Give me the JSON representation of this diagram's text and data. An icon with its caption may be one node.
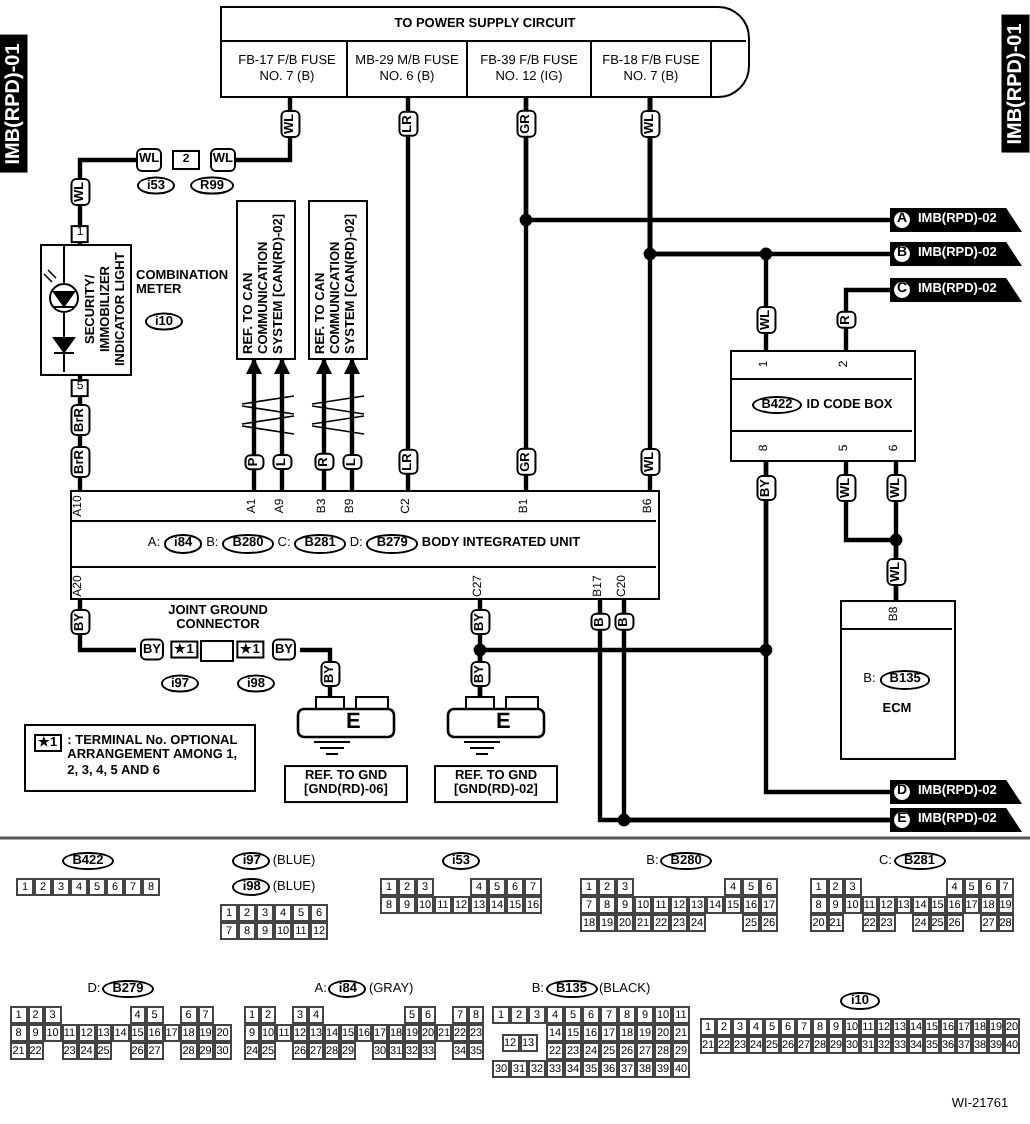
{
  "diagram": {
    "nodes": [
      {
        "text": [
          "TO POWER SUPPLY CIRCUIT"
        ]
      },
      {
        "text": [
          "FB-17 F/B FUSE NO. 7 (B)"
        ],
        "in": 0
      },
      {
        "text": [
          "MB-29 M/B FUSE NO. 6 (B)"
        ],
        "in": 0
      },
      {
        "text": [
          "FB-39 F/B FUSE NO. 12 (IG)"
        ],
        "in": 0
      },
      {
        "text": [
          "FB-18 F/B FUSE NO. 7 (B)"
        ],
        "in": 0
      },
      {
        "text": [
          "WL",
          "2",
          "WL"
        ],
        "beside": [
          "i53",
          "R99"
        ]
      },
      {
        "text": [
          "SECURITY/ IMMOBILIZER INDICATOR LIGHT"
        ],
        "beside": [
          "COMBINATION METER",
          "i10"
        ]
      },
      {
        "text": [
          "REF. TO CAN COMMUNICATION SYSTEM [CAN(RD)-02]"
        ]
      },
      {
        "text": [
          "REF. TO CAN COMMUNICATION SYSTEM [CAN(RD)-02]"
        ]
      },
      {
        "text": [
          "A",
          "IMB(RPD)-02"
        ]
      },
      {
        "text": [
          "B",
          "IMB(RPD)-02"
        ]
      },
      {
        "text": [
          "C",
          "IMB(RPD)-02"
        ]
      },
      {
        "text": [
          "B422",
          "ID CODE BOX"
        ]
      },
      {
        "text": [
          "A:",
          "i84",
          "B:",
          "B280",
          "C:",
          "B281",
          "D:",
          "B279",
          "BODY INTEGRATED UNIT"
        ]
      },
      {
        "text": [
          "JOINT GROUND CONNECTOR",
          "BY",
          "★1",
          "★1",
          "BY"
        ],
        "beside": [
          "i97",
          "i98"
        ]
      },
      {
        "text": [
          "B:",
          "B135",
          "ECM"
        ]
      },
      {
        "text": [
          "E"
        ],
        "beside": [
          "REF. TO GND [GND(RD)-06]"
        ]
      },
      {
        "text": [
          "E"
        ],
        "beside": [
          "REF. TO GND [GND(RD)-02]"
        ]
      },
      {
        "text": [
          "D",
          "IMB(RPD)-02"
        ]
      },
      {
        "text": [
          "E",
          "IMB(RPD)-02"
        ]
      },
      {
        "text": [
          "★1",
          ": TERMINAL No. OPTIONAL ARRANGEMENT AMONG 1, 2, 3, 4, 5 AND 6"
        ]
      },
      {
        "text": [
          "B422",
          "1",
          "2",
          "3",
          "4",
          "5",
          "6",
          "7",
          "8"
        ]
      },
      {
        "text": [
          "i97",
          "(BLUE)",
          "i98",
          "(BLUE)",
          "1",
          "2",
          "3",
          "4",
          "5",
          "6",
          "7",
          "8",
          "9",
          "10",
          "11",
          "12"
        ]
      },
      {
        "text": [
          "i53",
          "1",
          "2",
          "3",
          "4",
          "5",
          "6",
          "7",
          "8",
          "9",
          "10",
          "11",
          "12",
          "13",
          "14",
          "15",
          "16"
        ]
      },
      {
        "text": [
          "B:",
          "B280",
          "1",
          "2",
          "3",
          "4",
          "5",
          "6",
          "7",
          "8",
          "9",
          "10",
          "11",
          "12",
          "13",
          "14",
          "15",
          "16",
          "17",
          "18",
          "19",
          "20",
          "21",
          "22",
          "23",
          "24",
          "25",
          "26"
        ]
      },
      {
        "text": [
          "C:",
          "B281",
          "1",
          "2",
          "3",
          "4",
          "5",
          "6",
          "7",
          "8",
          "9",
          "10",
          "11",
          "12",
          "13",
          "14",
          "15",
          "16",
          "17",
          "18",
          "19",
          "20",
          "21",
          "22",
          "23",
          "24",
          "25",
          "26",
          "27",
          "28"
        ]
      },
      {
        "text": [
          "D:",
          "B279",
          "1",
          "2",
          "3",
          "4",
          "5",
          "6",
          "7",
          "8",
          "9",
          "10",
          "11",
          "12",
          "13",
          "14",
          "15",
          "16",
          "17",
          "18",
          "19",
          "20",
          "21",
          "22",
          "23",
          "24",
          "25",
          "26",
          "27",
          "28",
          "29",
          "30"
        ]
      },
      {
        "text": [
          "A:",
          "i84",
          "(GRAY)",
          "1",
          "2",
          "3",
          "4",
          "5",
          "6",
          "7",
          "8",
          "9",
          "10",
          "11",
          "12",
          "13",
          "14",
          "15",
          "16",
          "17",
          "18",
          "19",
          "20",
          "21",
          "22",
          "23",
          "24",
          "25",
          "26",
          "27",
          "28",
          "29",
          "30",
          "31",
          "32",
          "33",
          "34",
          "35"
        ]
      },
      {
        "text": [
          "B:",
          "B135",
          "(BLACK)",
          "1",
          "2",
          "3",
          "4",
          "5",
          "6",
          "7",
          "8",
          "9",
          "10",
          "11",
          "12",
          "13",
          "14",
          "15",
          "16",
          "17",
          "18",
          "19",
          "20",
          "21",
          "22",
          "23",
          "24",
          "25",
          "26",
          "27",
          "28",
          "29",
          "30",
          "31",
          "32",
          "33",
          "34",
          "35",
          "36",
          "37",
          "38",
          "39",
          "40"
        ]
      },
      {
        "text": [
          "i10",
          "1",
          "2",
          "3",
          "4",
          "5",
          "6",
          "7",
          "8",
          "9",
          "10",
          "11",
          "12",
          "13",
          "14",
          "15",
          "16",
          "17",
          "18",
          "19",
          "20",
          "21",
          "22",
          "23",
          "24",
          "25",
          "26",
          "27",
          "28",
          "29",
          "30",
          "31",
          "32",
          "33",
          "34",
          "35",
          "36",
          "37",
          "38",
          "39",
          "40"
        ]
      }
    ],
    "edges": [
      {
        "from": 1,
        "to": 5,
        "arrow": "none"
      },
      {
        "from": 5,
        "to": 6,
        "arrow": "none"
      },
      {
        "from": 2,
        "to": 13,
        "arrow": "none"
      },
      {
        "from": 3,
        "to": 13,
        "arrow": "none"
      },
      {
        "from": 3,
        "to": 9,
        "arrow": "none"
      },
      {
        "from": 4,
        "to": 13,
        "arrow": "none"
      },
      {
        "from": 4,
        "to": 10,
        "arrow": "none"
      },
      {
        "from": 4,
        "to": 12,
        "arrow": "none"
      },
      {
        "from": 11,
        "to": 12,
        "arrow": "none"
      },
      {
        "from": 6,
        "to": 13,
        "arrow": "none"
      },
      {
        "from": 13,
        "to": 7,
        "arrow": "to"
      },
      {
        "from": 13,
        "to": 7,
        "arrow": "to"
      },
      {
        "from": 13,
        "to": 8,
        "arrow": "to"
      },
      {
        "from": 13,
        "to": 8,
        "arrow": "to"
      },
      {
        "from": 13,
        "to": 14,
        "arrow": "none"
      },
      {
        "from": 14,
        "to": 16,
        "arrow": "none"
      },
      {
        "from": 13,
        "to": 17,
        "arrow": "none"
      },
      {
        "from": 12,
        "to": 17,
        "arrow": "none"
      },
      {
        "from": 12,
        "to": 18,
        "arrow": "none"
      },
      {
        "from": 13,
        "to": 19,
        "arrow": "none"
      },
      {
        "from": 13,
        "to": 19,
        "arrow": "none"
      },
      {
        "from": 12,
        "to": 15,
        "arrow": "none"
      },
      {
        "from": 12,
        "to": 15,
        "arrow": "none"
      }
    ],
    "labels": [
      "IMB(RPD)-01",
      "IMB(RPD)-01",
      "WL",
      "LR",
      "GR",
      "WL",
      "WL",
      "1",
      "WL",
      "R",
      "1",
      "2",
      "5",
      "BrR",
      "BrR",
      "P",
      "L",
      "R",
      "L",
      "LR",
      "GR",
      "WL",
      "A10",
      "A1",
      "A9",
      "B3",
      "B9",
      "C2",
      "B1",
      "B6",
      "8",
      "5",
      "6",
      "BY",
      "WL",
      "WL",
      "A20",
      "C27",
      "B17",
      "C20",
      "BY",
      "BY",
      "B",
      "B",
      "WL",
      "B8",
      "BY",
      "BY",
      "WI-21761"
    ]
  }
}
